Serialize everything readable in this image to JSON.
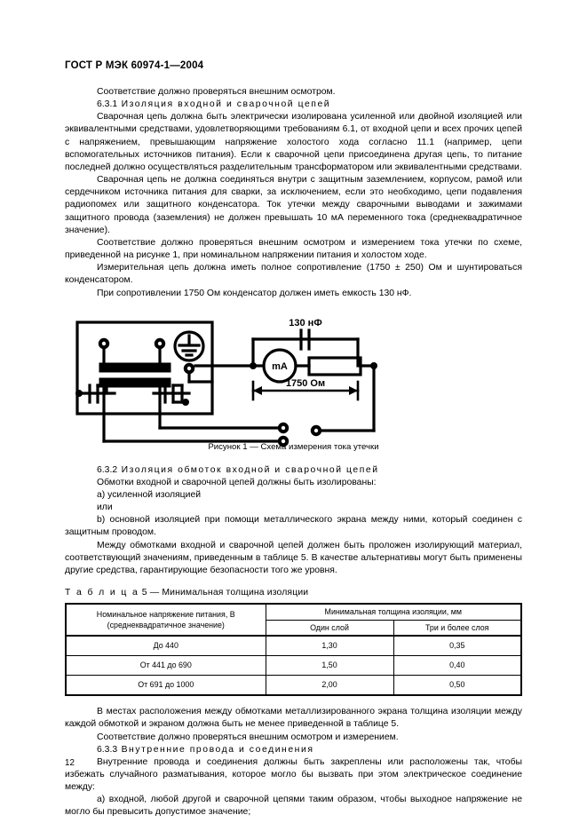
{
  "document": {
    "standard_header": "ГОСТ Р МЭК 60974-1—2004",
    "page_number": "12"
  },
  "body": {
    "para_1": "Соответствие должно проверяться внешним осмотром.",
    "heading_631_num": "6.3.1",
    "heading_631_text": "Изоляция входной и сварочной цепей",
    "para_2": "Сварочная цепь должна быть электрически изолирована усиленной или двойной изоляцией или эквивалентными средствами, удовлетворяющими требованиям 6.1, от входной цепи и всех прочих цепей с напряжением, превышающим напряжение холостого хода согласно 11.1 (например, цепи вспомогательных источников питания). Если к сварочной цепи присоединена другая цепь, то питание последней должно осуществляться разделительным трансформатором или эквивалентными средствами.",
    "para_3": "Сварочная цепь не должна соединяться внутри с защитным заземлением, корпусом, рамой или сердечником источника питания для сварки, за исключением, если это необходимо, цепи подавления радиопомех или защитного конденсатора. Ток утечки между сварочными выводами и зажимами защитного провода (заземления) не должен превышать 10 мА переменного тока (среднеквадратичное значение).",
    "para_4": "Соответствие должно проверяться внешним осмотром и измерением тока утечки по схеме, приведенной на рисунке 1, при номинальном напряжении питания и холостом ходе.",
    "para_5": "Измерительная цепь должна иметь полное сопротивление (1750 ± 250) Ом и шунтироваться конденсатором.",
    "para_6": "При сопротивлении 1750 Ом конденсатор должен иметь емкость 130 нФ.",
    "heading_632_num": "6.3.2",
    "heading_632_text": "Изоляция обмоток входной и сварочной цепей",
    "para_7": "Обмотки входной и сварочной цепей должны быть изолированы:",
    "list_a_632": "a)  усиленной изоляцией",
    "list_or_632": "или",
    "list_b_632": "b)  основной изоляцией при помощи металлического экрана между ними, который соединен с защитным проводом.",
    "para_8": "Между обмотками входной и сварочной цепей должен быть проложен изолирующий материал, соответствующий значениям, приведенным в таблице 5. В качестве альтернативы могут быть применены другие средства, гарантирующие безопасности того же уровня.",
    "para_9": "В местах расположения между обмотками металлизированного экрана толщина изоляции между каждой обмоткой и экраном должна быть не менее приведенной в таблице 5.",
    "para_10": "Соответствие должно проверяться внешним осмотром и измерением.",
    "heading_633_num": "6.3.3",
    "heading_633_text": "Внутренние провода и соединения",
    "para_11": "Внутренние провода и соединения должны быть закреплены или расположены так, чтобы избежать случайного разматывания, которое могло бы вызвать при этом электрическое соединение между:",
    "list_a_633": "a)  входной, любой другой и сварочной цепями таким образом, чтобы выходное напряжение не могло бы превысить допустимое значение;"
  },
  "figure": {
    "caption": "Рисунок 1 — Схема измерения тока утечки",
    "label_capacitor": "130 нФ",
    "label_meter": "mA",
    "label_resistor": "1750 Ом"
  },
  "table5": {
    "title_prefix": "Т а б л и ц а",
    "title_number": "5",
    "title_dash": "—",
    "title_text": "Минимальная толщина изоляции",
    "header_col1": "Номинальное напряжение питания, В",
    "header_col1_line2": "(среднеквадратичное значение)",
    "header_span": "Минимальная толщина изоляции, мм",
    "header_col2": "Один слой",
    "header_col3": "Три и более слоя",
    "rows": [
      {
        "voltage": "До 440",
        "one_layer": "1,30",
        "three_layers": "0,35"
      },
      {
        "voltage": "От 441 до 690",
        "one_layer": "1,50",
        "three_layers": "0,40"
      },
      {
        "voltage": "От 691 до 1000",
        "one_layer": "2,00",
        "three_layers": "0,50"
      }
    ]
  }
}
